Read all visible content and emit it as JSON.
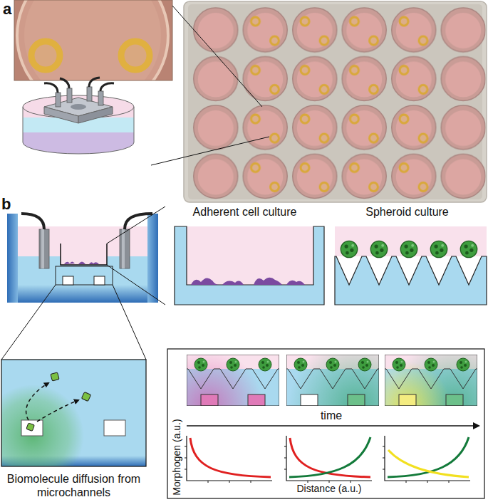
{
  "diagram": {
    "nodes": [
      {
        "text": [
          "Adherent cell culture"
        ]
      },
      {
        "text": [
          "Spheroid culture"
        ]
      },
      {
        "text": [
          "Biomolecule diffusion from microchannels"
        ]
      }
    ],
    "labels": [
      "a",
      "b",
      "time",
      "Morphogen (a.u.)",
      "Distance (a.u.)"
    ]
  }
}
